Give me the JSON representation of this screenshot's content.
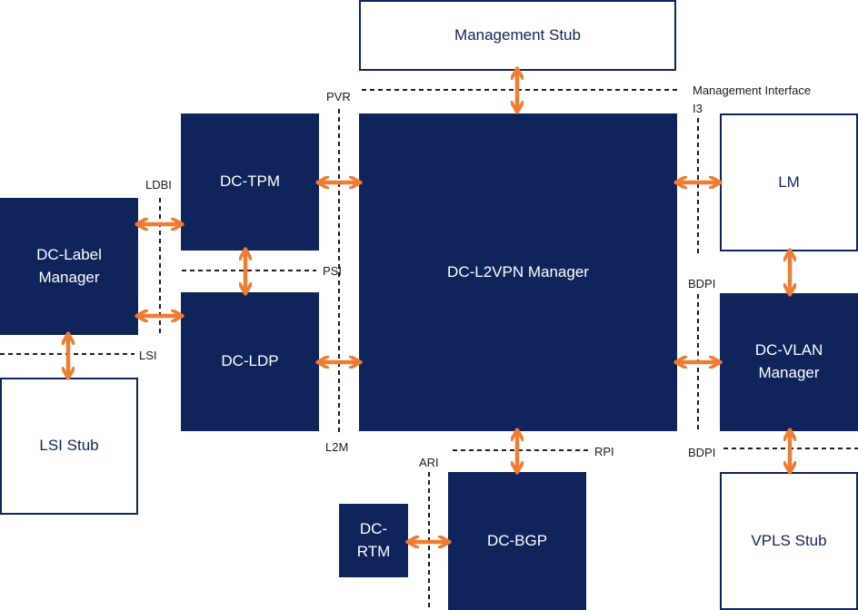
{
  "boxes": {
    "management_stub": "Management Stub",
    "dc_tpm": "DC-TPM",
    "dc_l2vpn_manager": "DC-L2VPN Manager",
    "lm": "LM",
    "dc_label_manager": "DC-Label\nManager",
    "dc_ldp": "DC-LDP",
    "dc_vlan_manager": "DC-VLAN\nManager",
    "lsi_stub": "LSI Stub",
    "dc_bgp": "DC-BGP",
    "dc_rtm": "DC-\nRTM",
    "vpls_stub": "VPLS Stub"
  },
  "interfaces": {
    "pvr": "PVR",
    "management_interface": "Management Interface",
    "i3": "I3",
    "ldbi": "LDBI",
    "psi": "PSI",
    "lsi": "LSI",
    "bdpi_upper": "BDPI",
    "l2m": "L2M",
    "ari": "ARI",
    "rpi": "RPI",
    "bdpi_lower": "BDPI"
  },
  "colors": {
    "dark_box": "#0f245b",
    "light_box_border": "#0f245b",
    "arrow": "#ed7d31",
    "interface_line": "#000000"
  }
}
